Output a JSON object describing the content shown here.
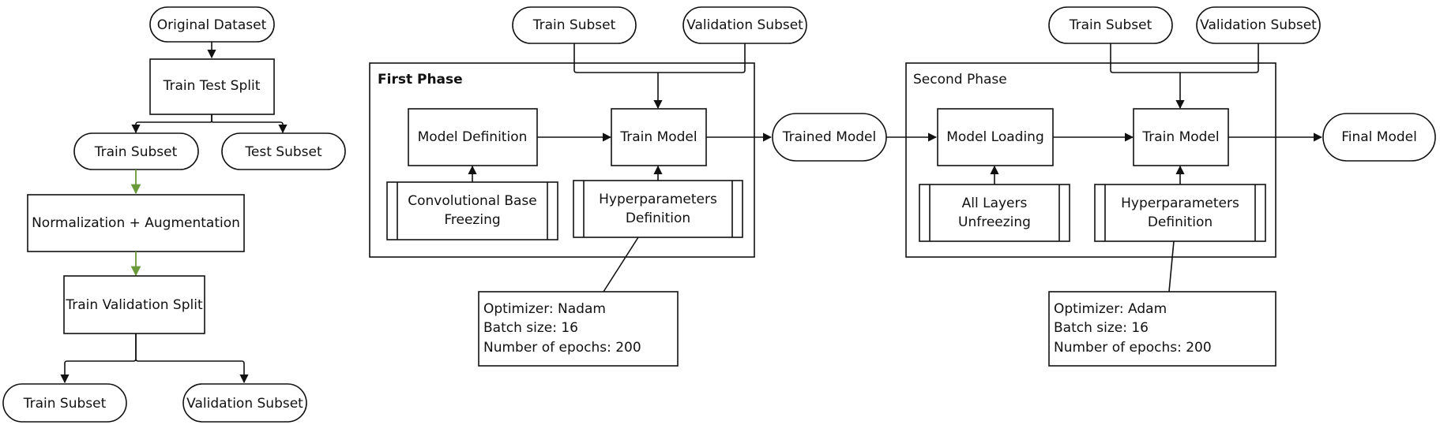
{
  "left_flow": {
    "original_dataset": "Original Dataset",
    "train_test_split": "Train Test Split",
    "train_subset": "Train Subset",
    "test_subset": "Test Subset",
    "normalization_augmentation": "Normalization + Augmentation",
    "train_validation_split": "Train Validation Split",
    "train_subset_2": "Train Subset",
    "validation_subset": "Validation Subset"
  },
  "first_phase": {
    "title": "First Phase",
    "train_subset": "Train Subset",
    "validation_subset": "Validation Subset",
    "model_definition": "Model Definition",
    "train_model": "Train Model",
    "conv_base_freezing": [
      "Convolutional Base",
      "Freezing"
    ],
    "hyperparameters_definition": [
      "Hyperparameters",
      "Definition"
    ],
    "settings": [
      "Optimizer: Nadam",
      "Batch size: 16",
      "Number of epochs: 200"
    ]
  },
  "trained_model": "Trained Model",
  "second_phase": {
    "title": "Second Phase",
    "train_subset": "Train Subset",
    "validation_subset": "Validation Subset",
    "model_loading": "Model Loading",
    "train_model": "Train Model",
    "all_layers_unfreezing": [
      "All Layers",
      "Unfreezing"
    ],
    "hyperparameters_definition": [
      "Hyperparameters",
      "Definition"
    ],
    "settings": [
      "Optimizer: Adam",
      "Batch size: 16",
      "Number of epochs: 200"
    ]
  },
  "final_model": "Final Model",
  "colors": {
    "stroke": "#111111",
    "green_arrow": "#6a9a3a"
  }
}
